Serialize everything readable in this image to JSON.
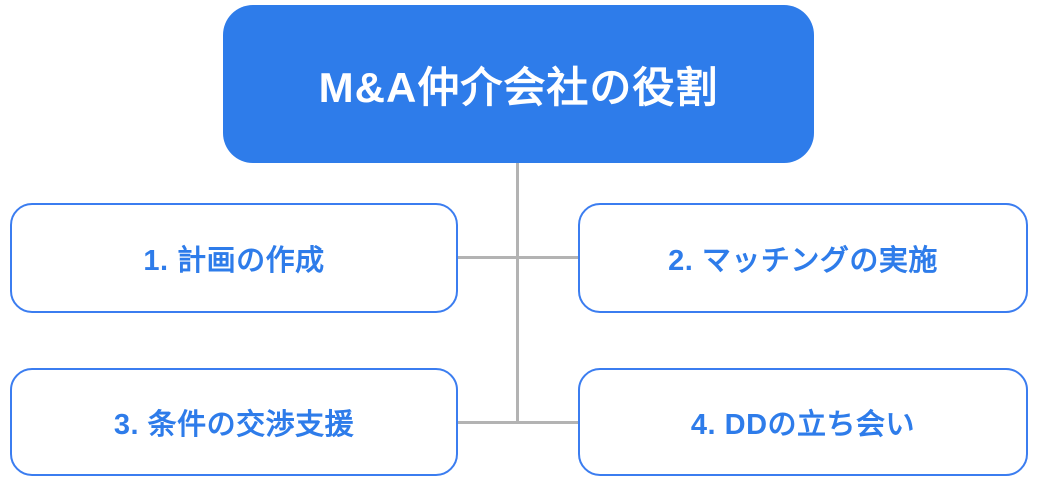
{
  "diagram": {
    "title": "M&A仲介会社の役割",
    "nodes": [
      {
        "label": "1. 計画の作成"
      },
      {
        "label": "2. マッチングの実施"
      },
      {
        "label": "3. 条件の交渉支援"
      },
      {
        "label": "4. DDの立ち会い"
      }
    ],
    "colors": {
      "title_bg": "#2E7CEA",
      "title_text": "#FFFFFF",
      "node_bg": "#FFFFFF",
      "node_border": "#3B7DF0",
      "node_text": "#2E7CEA",
      "connector": "#B3B3B3",
      "background": "#FFFFFF"
    }
  }
}
